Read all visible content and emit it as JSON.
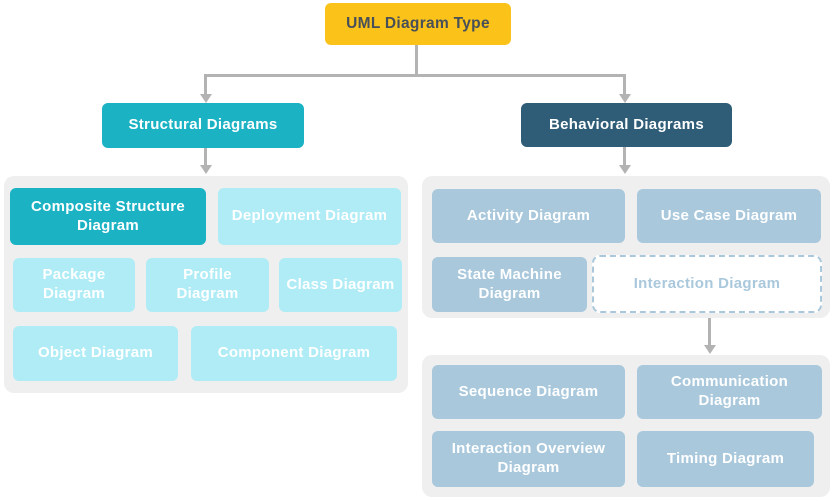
{
  "root": {
    "label": "UML Diagram Type"
  },
  "branches": {
    "structural": {
      "label": "Structural Diagrams"
    },
    "behavioral": {
      "label": "Behavioral Diagrams"
    }
  },
  "structural_panel": {
    "items": [
      {
        "label": "Composite Structure Diagram",
        "highlighted": true
      },
      {
        "label": "Deployment Diagram",
        "highlighted": false
      },
      {
        "label": "Package Diagram",
        "highlighted": false
      },
      {
        "label": "Profile Diagram",
        "highlighted": false
      },
      {
        "label": "Class Diagram",
        "highlighted": false
      },
      {
        "label": "Object Diagram",
        "highlighted": false
      },
      {
        "label": "Component Diagram",
        "highlighted": false
      }
    ]
  },
  "behavioral_panel": {
    "items": [
      {
        "label": "Activity Diagram",
        "style": "solid"
      },
      {
        "label": "Use Case Diagram",
        "style": "solid"
      },
      {
        "label": "State Machine Diagram",
        "style": "solid"
      },
      {
        "label": "Interaction Diagram",
        "style": "dashed"
      }
    ]
  },
  "interaction_panel": {
    "items": [
      {
        "label": "Sequence Diagram"
      },
      {
        "label": "Communication Diagram"
      },
      {
        "label": "Interaction Overview Diagram"
      },
      {
        "label": "Timing Diagram"
      }
    ]
  },
  "colors": {
    "root_fill": "#fbc21a",
    "root_text": "#474f59",
    "structural_fill": "#1bb2c4",
    "behavioral_fill": "#2f5d78",
    "structural_item_fill": "#b0ecf6",
    "behavioral_item_fill": "#a9c8dc",
    "highlight_fill": "#1bb2c4",
    "panel_fill": "#efefef",
    "connector": "#b3b3b3",
    "dashed_border": "#a9c8dc",
    "item_text": "#ffffff"
  }
}
